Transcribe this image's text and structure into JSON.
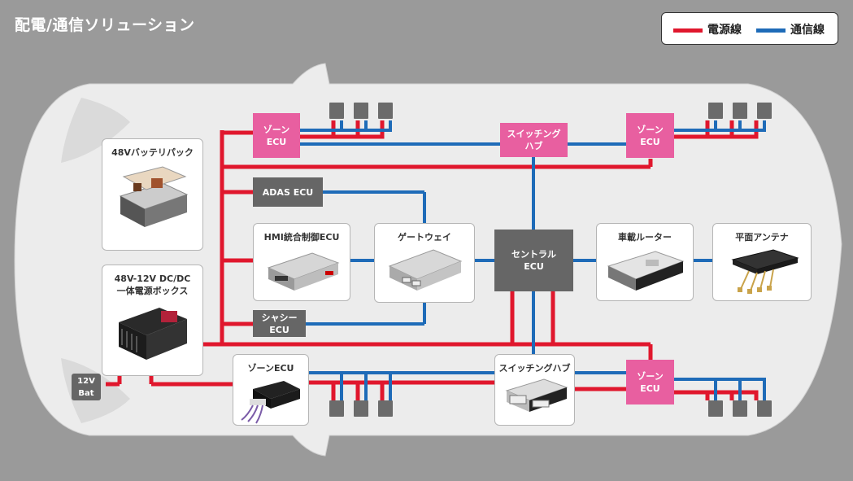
{
  "title": "配電/通信ソリューション",
  "legend": {
    "power_label": "電源線",
    "comm_label": "通信線",
    "power_color": "#e0172d",
    "comm_color": "#1e6bb8"
  },
  "colors": {
    "zone_pink": "#e85fa0",
    "dark_box": "#666666",
    "car_body": "#ececec",
    "background": "#9a9a9a"
  },
  "nodes": {
    "zone_ecu_top_left": "ゾーン\nECU",
    "switching_hub_top": "スイッチング\nハブ",
    "zone_ecu_top_right": "ゾーン\nECU",
    "battery_48v": "48Vバッテリパック",
    "adas_ecu": "ADAS ECU",
    "hmi_ecu": "HMI統合制御ECU",
    "gateway": "ゲートウェイ",
    "central_ecu": "セントラル\nECU",
    "vehicle_router": "車載ルーター",
    "flat_antenna": "平面アンテナ",
    "dcdc_box": "48V-12V DC/DC\n一体電源ボックス",
    "chassis_ecu": "シャシー\nECU",
    "battery_12v": "12V\nBat",
    "zone_ecu_bottom": "ゾーンECU",
    "switching_hub_bottom": "スイッチングハブ",
    "zone_ecu_bottom_right": "ゾーン\nECU"
  },
  "icons": [
    "battery-pack-icon",
    "hmi-ecu-device-icon",
    "gateway-device-icon",
    "router-device-icon",
    "antenna-device-icon",
    "dcdc-box-icon",
    "zone-ecu-device-icon",
    "switching-hub-device-icon",
    "sensor-module-icon"
  ]
}
